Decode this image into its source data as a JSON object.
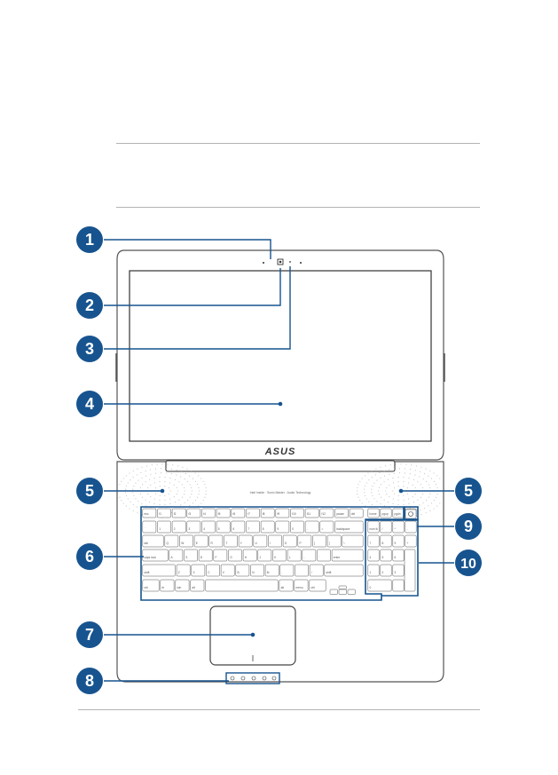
{
  "callouts": [
    "1",
    "2",
    "3",
    "4",
    "5",
    "5",
    "6",
    "7",
    "8",
    "9",
    "10"
  ],
  "brand_logo_text": "ASUS",
  "palmrest_tagline": "Intel Inside · Sonic Master · Audio Technology",
  "keyboard": {
    "row1": [
      "esc",
      "f1",
      "f2",
      "f3",
      "f4",
      "f5",
      "f6",
      "f7",
      "f8",
      "f9",
      "f10",
      "f11",
      "f12",
      "pause",
      "del"
    ],
    "row2": [
      "`",
      "1",
      "2",
      "3",
      "4",
      "5",
      "6",
      "7",
      "8",
      "9",
      "0",
      "-",
      "=",
      "backspace"
    ],
    "row3": [
      "tab",
      "Q",
      "W",
      "E",
      "R",
      "T",
      "Y",
      "U",
      "I",
      "O",
      "P",
      "[",
      "]",
      "\\"
    ],
    "row4": [
      "caps lock",
      "A",
      "S",
      "D",
      "F",
      "G",
      "H",
      "J",
      "K",
      "L",
      ";",
      "'",
      "enter"
    ],
    "row5": [
      "shift",
      "Z",
      "X",
      "C",
      "V",
      "B",
      "N",
      "M",
      ",",
      ".",
      "/",
      "shift"
    ],
    "row6": [
      "ctrl",
      "fn",
      "win",
      "alt",
      "",
      "alt",
      "menu",
      "ctrl"
    ],
    "numpad": [
      "num lk",
      "/",
      "*",
      "-",
      "7",
      "8",
      "9",
      "+",
      "4",
      "5",
      "6",
      "1",
      "2",
      "3",
      "enter",
      "0",
      "."
    ]
  },
  "colors": {
    "callout": "#17548f",
    "outline": "#555555",
    "keyboard_outline": "#17548f"
  }
}
